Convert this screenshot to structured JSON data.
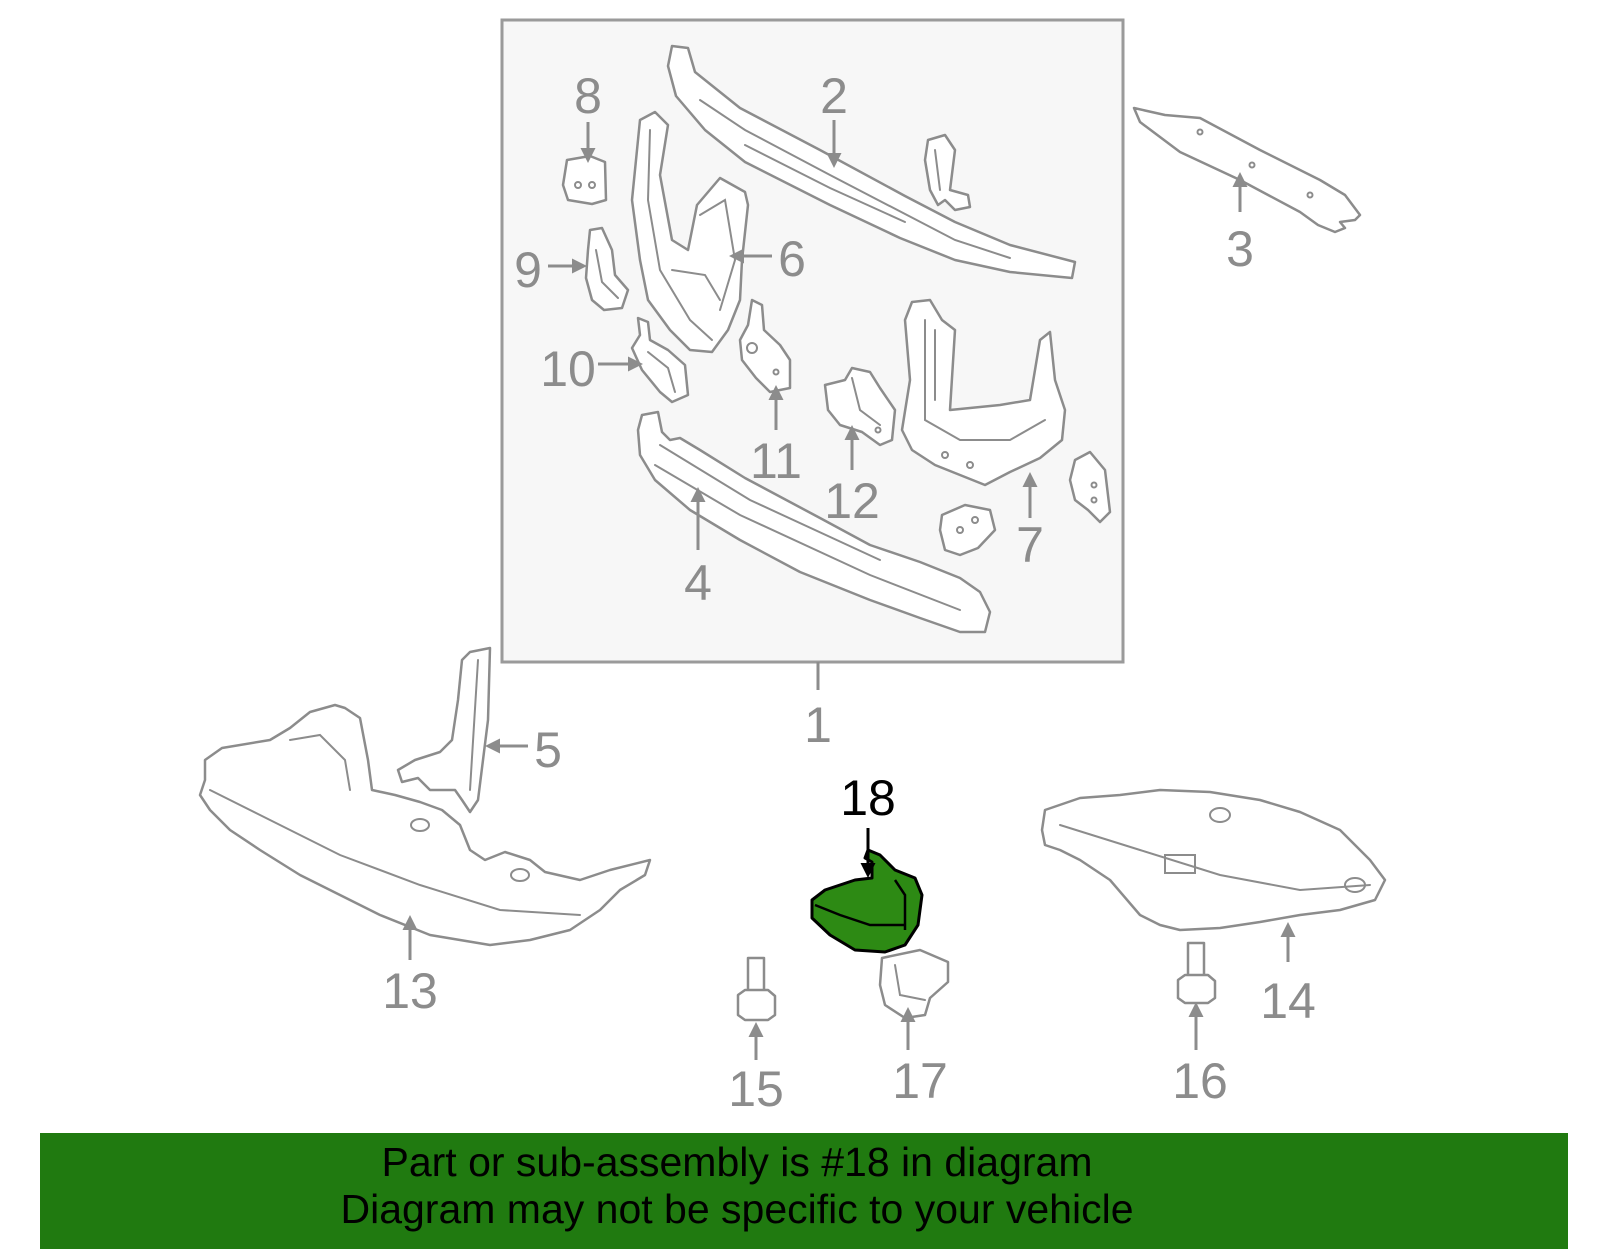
{
  "diagram": {
    "callouts": {
      "p1": "1",
      "p2": "2",
      "p3": "3",
      "p4": "4",
      "p5": "5",
      "p6": "6",
      "p7": "7",
      "p8": "8",
      "p9": "9",
      "p10": "10",
      "p11": "11",
      "p12": "12",
      "p13": "13",
      "p14": "14",
      "p15": "15",
      "p16": "16",
      "p17": "17",
      "p18": "18"
    },
    "line_color": "#8c8c8c",
    "box_fill": "#f7f7f7",
    "highlight_color": "#2d8a14"
  },
  "banner": {
    "line1": "Part or sub-assembly is #18 in diagram",
    "line2": "Diagram may not be specific to your vehicle",
    "background_color": "#207a10"
  }
}
